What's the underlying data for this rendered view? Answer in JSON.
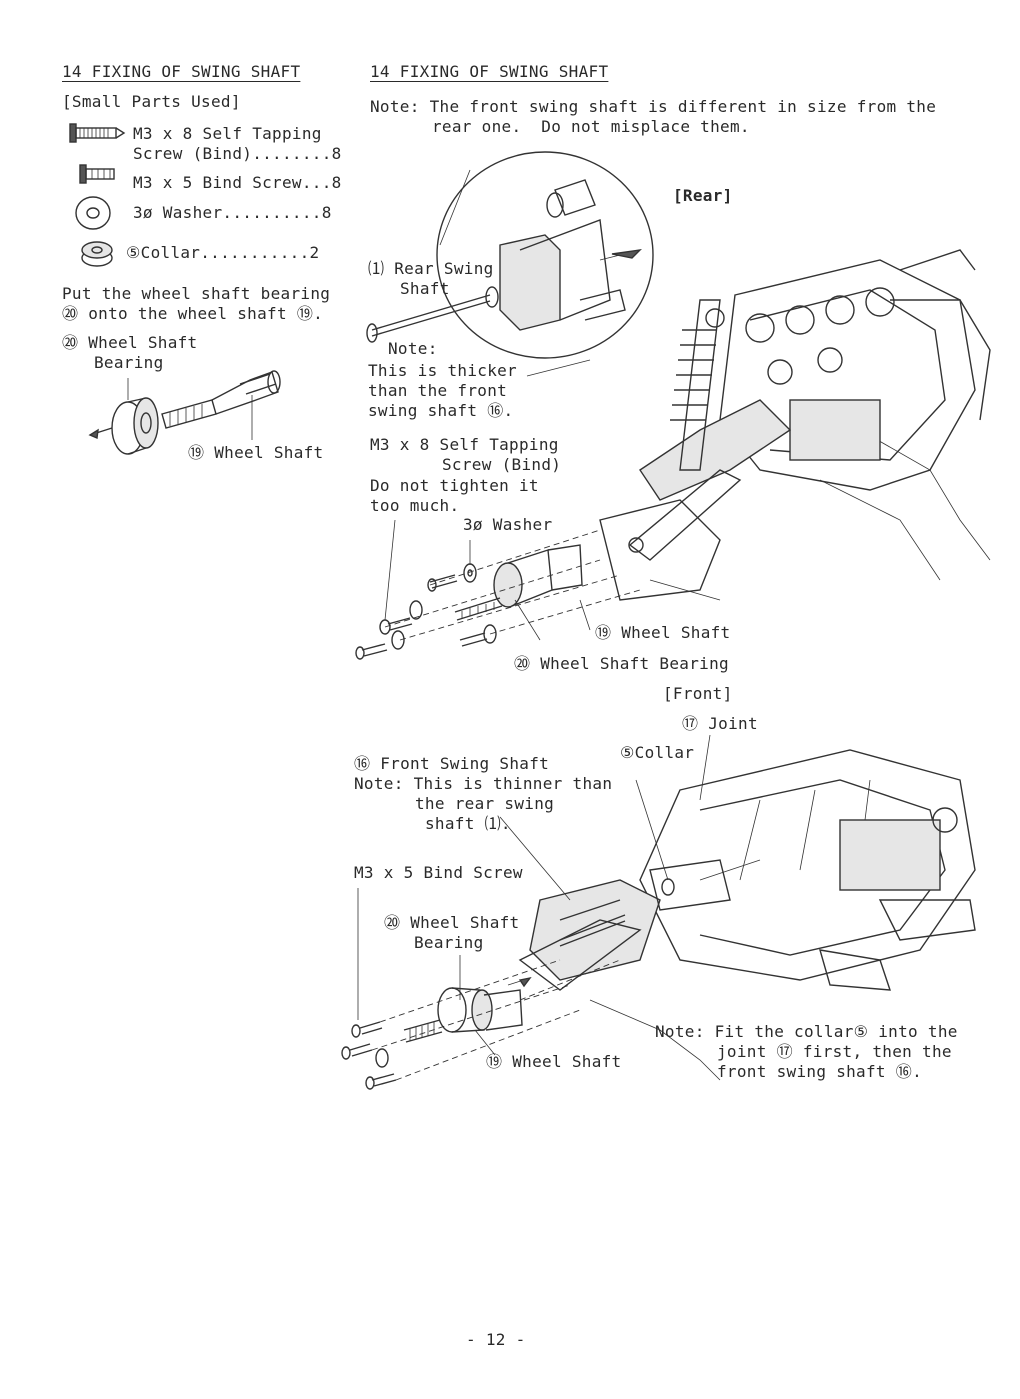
{
  "left": {
    "title": "14 FIXING OF SWING SHAFT",
    "parts_heading": "[Small Parts Used]",
    "parts": [
      {
        "line1": "M3 x 8 Self Tapping",
        "line2": "Screw (Bind)........8",
        "icon": "tapping-screw-icon"
      },
      {
        "line1": "M3 x 5 Bind Screw...8",
        "icon": "bind-screw-icon"
      },
      {
        "line1": "3ø Washer..........8",
        "icon": "washer-icon"
      },
      {
        "line1": "⑤Collar...........2",
        "icon": "collar-icon"
      }
    ],
    "instruction_line1": "Put the wheel shaft bearing",
    "instruction_line2": "⑳ onto the wheel shaft ⑲.",
    "bearing_label_line1": "⑳ Wheel Shaft",
    "bearing_label_line2": "Bearing",
    "shaft_label": "⑲ Wheel Shaft"
  },
  "right": {
    "title": "14 FIXING OF SWING SHAFT",
    "note_line1": "Note: The front swing shaft is different in size from the",
    "note_line2": "rear one.  Do not misplace them.",
    "rear": {
      "section_label": "[Rear]",
      "rear_swing_shaft_line1": "⑴ Rear Swing",
      "rear_swing_shaft_line2": "Shaft",
      "note_label": "Note:",
      "note_text_line1": "This is thicker",
      "note_text_line2": "than the front",
      "note_text_line3": "swing shaft ⑯.",
      "screw_line1": "M3 x 8 Self Tapping",
      "screw_line2": "Screw (Bind)",
      "tighten_line1": "Do not tighten it",
      "tighten_line2": "too much.",
      "washer_label": "3ø Washer",
      "wheel_shaft_label": "⑲ Wheel Shaft",
      "bearing_label": "⑳ Wheel Shaft Bearing"
    },
    "front": {
      "section_label": "[Front]",
      "joint_label": "⑰ Joint",
      "collar_label": "⑤Collar",
      "front_swing_shaft": "⑯ Front Swing Shaft",
      "note_line1": "Note: This is thinner than",
      "note_line2": "the rear swing",
      "note_line3": "shaft ⑴.",
      "bind_screw_label": "M3 x 5 Bind Screw",
      "bearing_line1": "⑳ Wheel Shaft",
      "bearing_line2": "Bearing",
      "wheel_shaft_label": "⑲ Wheel Shaft",
      "fit_note_line1": "Note: Fit the collar⑤ into the",
      "fit_note_line2": "joint ⑰ first, then the",
      "fit_note_line3": "front swing shaft ⑯."
    }
  },
  "footer": {
    "page_number": "- 12 -"
  }
}
